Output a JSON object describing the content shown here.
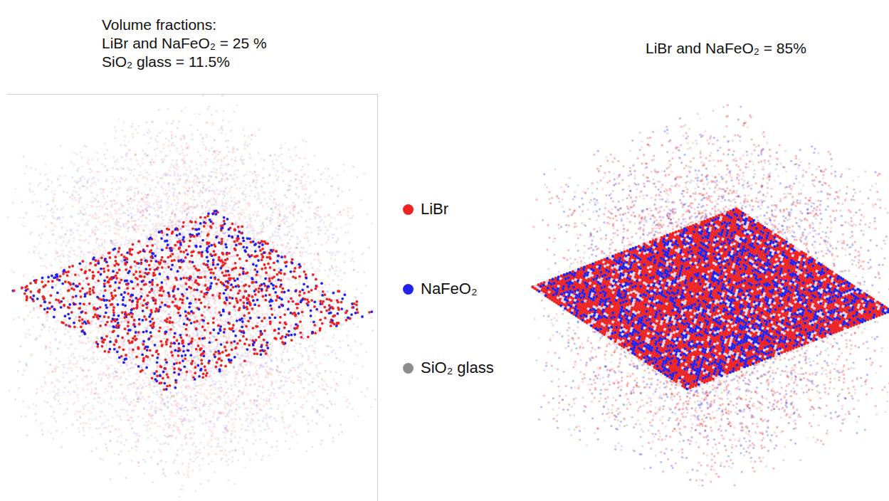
{
  "diagram": {
    "labels": [
      "Volume fractions:",
      "LiBr and NaFeO₂ = 25 %",
      "SiO₂ glass = 11.5%",
      "LiBr and NaFeO₂ = 85%"
    ],
    "legend": [
      {
        "text": "LiBr",
        "color": "#ee2222"
      },
      {
        "text": "NaFeO₂",
        "color": "#2222ee"
      },
      {
        "text": "SiO₂ glass",
        "color": "#8c8c8c"
      }
    ]
  }
}
